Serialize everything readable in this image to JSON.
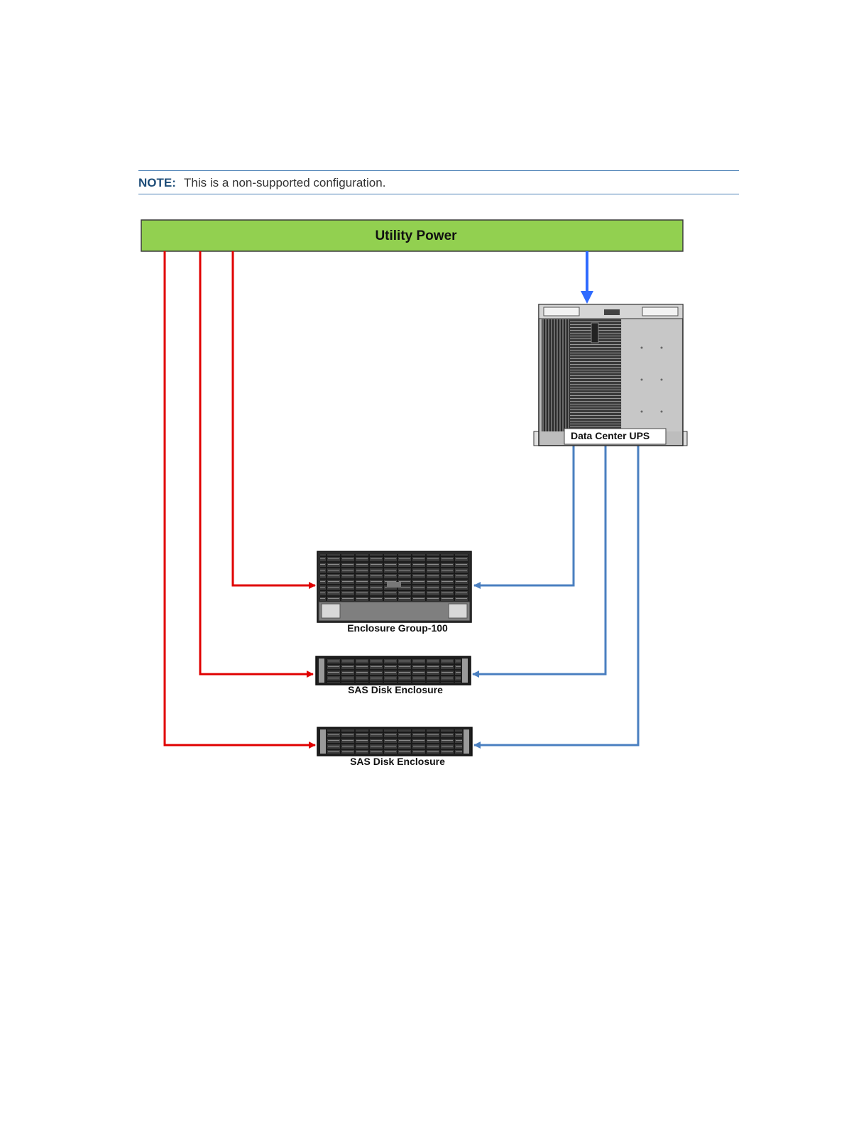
{
  "note": {
    "label": "NOTE:",
    "text": "This is a non-supported configuration."
  },
  "diagram": {
    "source": {
      "label": "Utility Power",
      "color": "#92d050"
    },
    "ups": {
      "label": "Data Center UPS"
    },
    "devices": [
      {
        "label": "Enclosure Group-100"
      },
      {
        "label": "SAS Disk Enclosure"
      },
      {
        "label": "SAS Disk Enclosure"
      }
    ],
    "colors": {
      "utility_line": "#e00000",
      "ups_line": "#4a7fc0",
      "ups_feed": "#2f6bff"
    }
  }
}
